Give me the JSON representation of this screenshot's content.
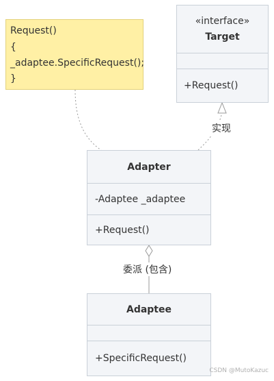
{
  "note": {
    "lines": [
      "Request()",
      "{",
      "_adaptee.SpecificRequest();",
      "}"
    ]
  },
  "target": {
    "stereotype": "«interface»",
    "name": "Target",
    "attributes": "",
    "method": "+Request()"
  },
  "adapter": {
    "name": "Adapter",
    "attribute": "-Adaptee _adaptee",
    "method": "+Request()"
  },
  "adaptee": {
    "name": "Adaptee",
    "attributes": "",
    "method": "+SpecificRequest()"
  },
  "relations": {
    "realization_label": "实现",
    "delegation_label": "委派 (包含)"
  },
  "watermark": "CSDN @MutoKazuc",
  "colors": {
    "class_fill": "#f3f5f8",
    "class_border": "#c9d0d8",
    "note_fill": "#fff0a5",
    "note_border": "#e3d17a",
    "line": "#999999"
  }
}
